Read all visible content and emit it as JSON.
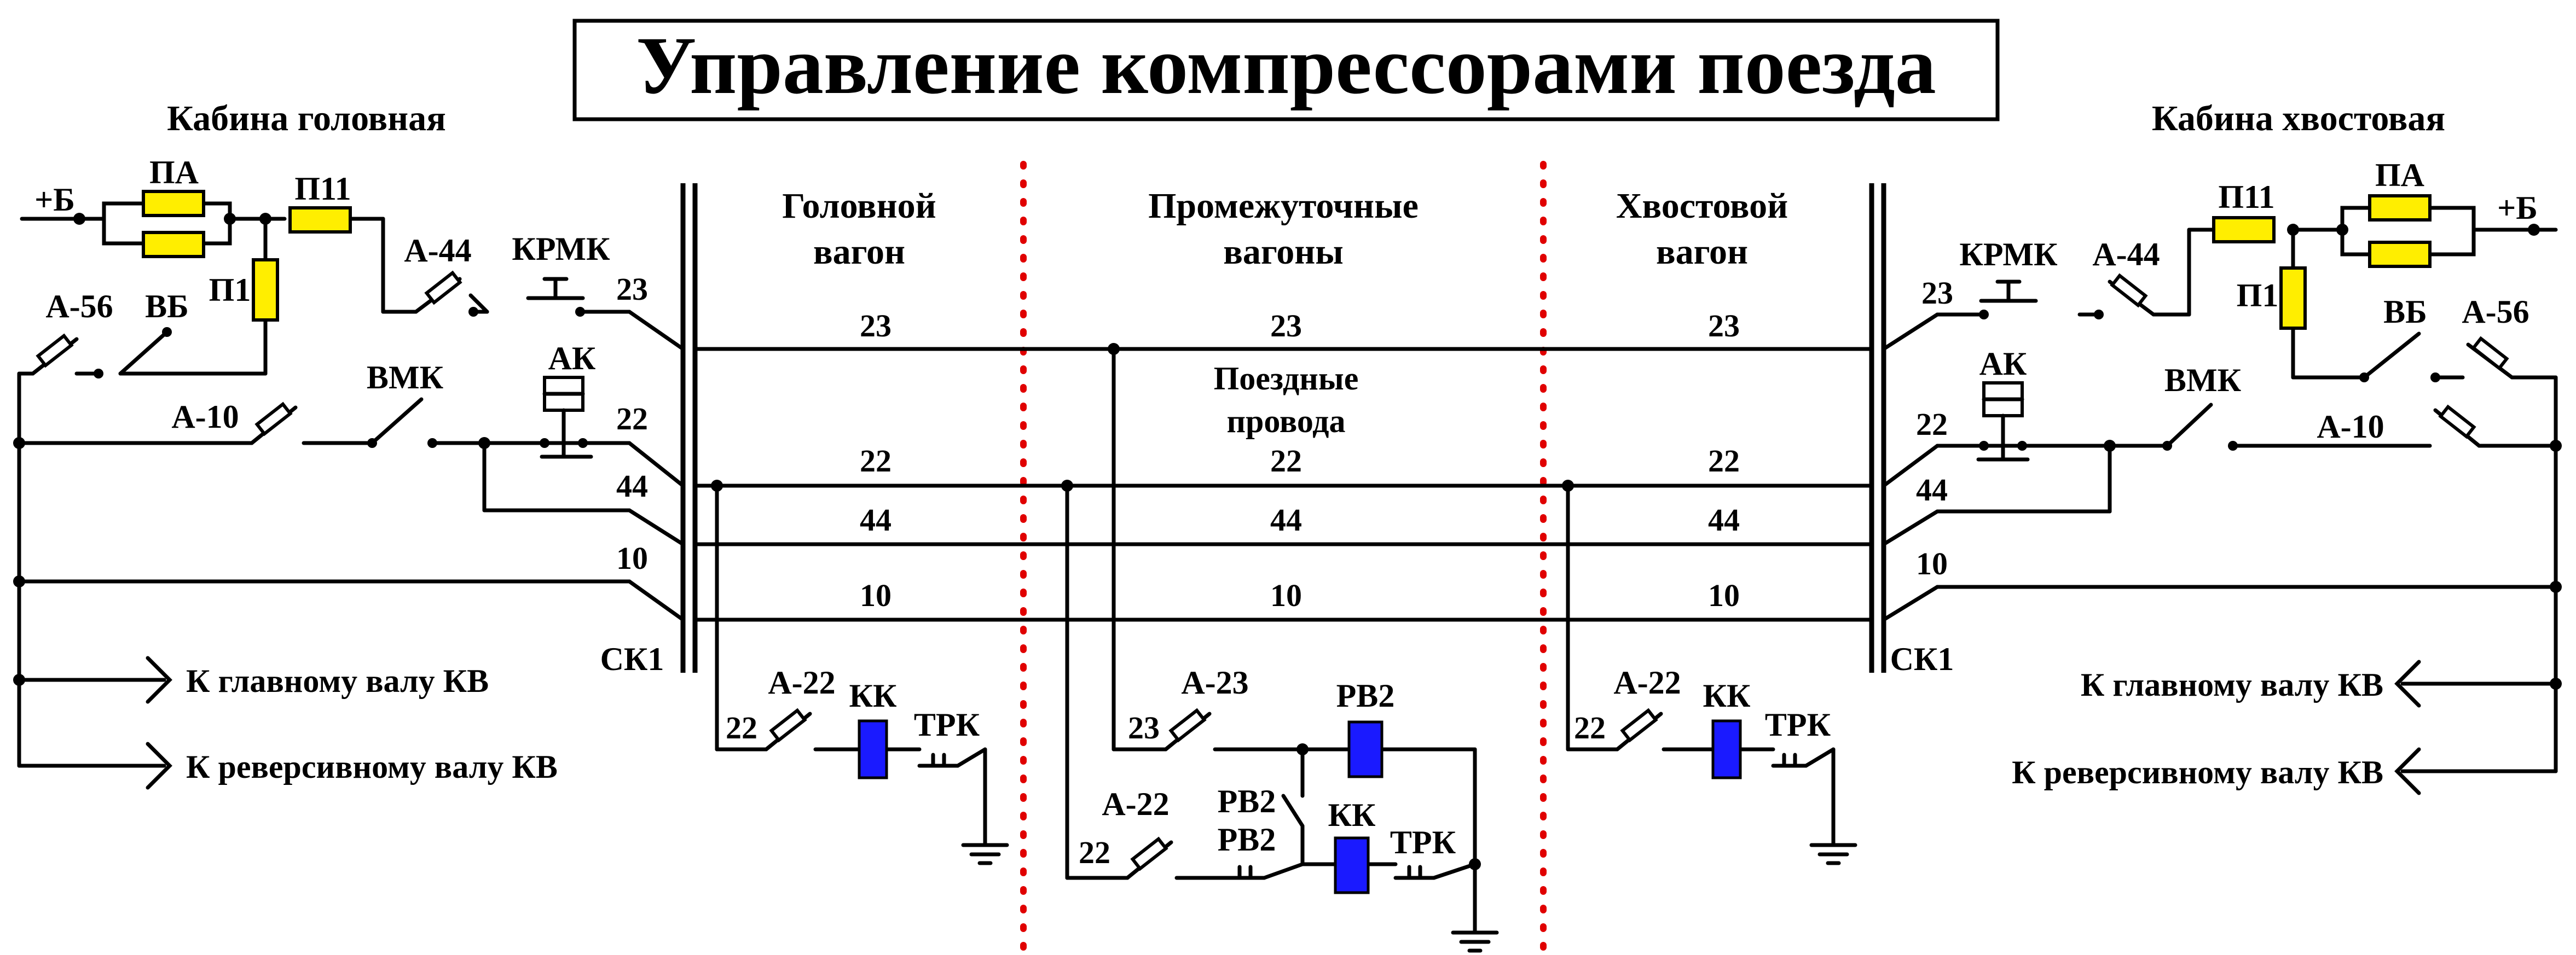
{
  "title": "Управление компрессорами поезда",
  "cabins": {
    "head": "Кабина головная",
    "tail": "Кабина хвостовая"
  },
  "sections": {
    "head_wagon": [
      "Головной",
      "вагон"
    ],
    "middle_wagons": [
      "Промежуточные",
      "вагоны"
    ],
    "tail_wagon": [
      "Хвостовой",
      "вагон"
    ]
  },
  "train_wires_label": [
    "Поездные",
    "провода"
  ],
  "wires": {
    "w23": "23",
    "w22": "22",
    "w44": "44",
    "w10": "10"
  },
  "components": {
    "plus_b": "+Б",
    "pa": "ПА",
    "p11": "П11",
    "p1": "П1",
    "a44": "А-44",
    "krmk": "КРМК",
    "a56": "А-56",
    "vb": "ВБ",
    "a10": "А-10",
    "vmk": "ВМК",
    "ak": "АК",
    "sk1": "СК1",
    "a22": "А-22",
    "kk": "КК",
    "trk": "ТРК",
    "a23": "А-23",
    "rv2": "РВ2"
  },
  "outputs": {
    "main_shaft": "К главному валу КВ",
    "reverse_shaft": "К реверсивному валу КВ"
  },
  "colors": {
    "fuse": "#ffee00",
    "coil": "#1a1aff",
    "car_boundary": "#e00000",
    "wire": "#000000"
  }
}
